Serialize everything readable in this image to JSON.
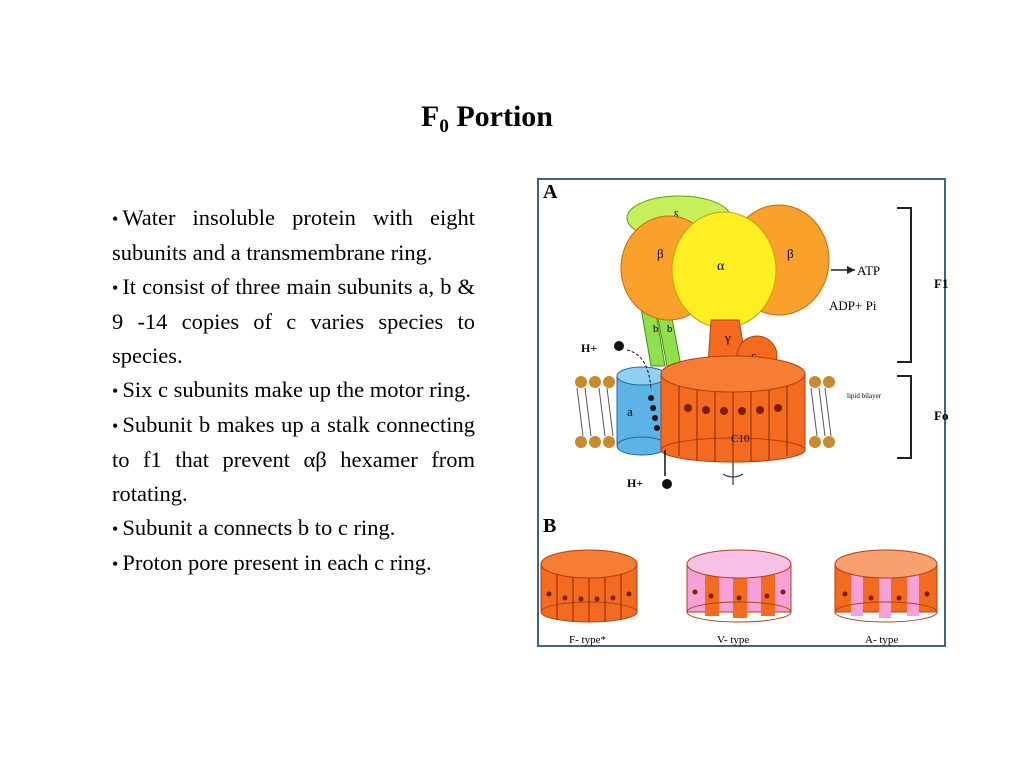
{
  "slide": {
    "title_main": "F",
    "title_sub": "0",
    "title_rest": " Portion"
  },
  "bullets": [
    "Water insoluble protein with eight subunits and a transmembrane ring.",
    "It consist of three main subunits a, b & 9 -14 copies of c varies species to species.",
    "Six c subunits make up the motor ring.",
    "Subunit b makes up a stalk connecting to f1 that prevent αβ hexamer from rotating.",
    "Subunit a connects b to c ring.",
    "Proton pore present in each c ring."
  ],
  "figure": {
    "panel_a": "A",
    "panel_b": "B",
    "delta": "δ",
    "beta_left": "β",
    "alpha": "α",
    "beta_right": "β",
    "atp": "ATP",
    "adp": "ADP+ Pi",
    "f1": "F1",
    "fo": "Fo",
    "b_left": "b",
    "b_right": "b",
    "gamma": "γ",
    "epsilon": "ε",
    "h_top": "H+",
    "h_bottom": "H+",
    "sub_a": "a",
    "c_ring": "C10",
    "lipid": "lipid bilayer",
    "type_f": "F- type*",
    "type_v": "V- type",
    "type_a": "A- type",
    "colors": {
      "orange": "#f46a1f",
      "yellow": "#ffee22",
      "light_orange": "#f9a12a",
      "green": "#8fe04a",
      "blue": "#5bb3e8",
      "pink": "#f6a0d8",
      "frame": "#41637f"
    }
  }
}
